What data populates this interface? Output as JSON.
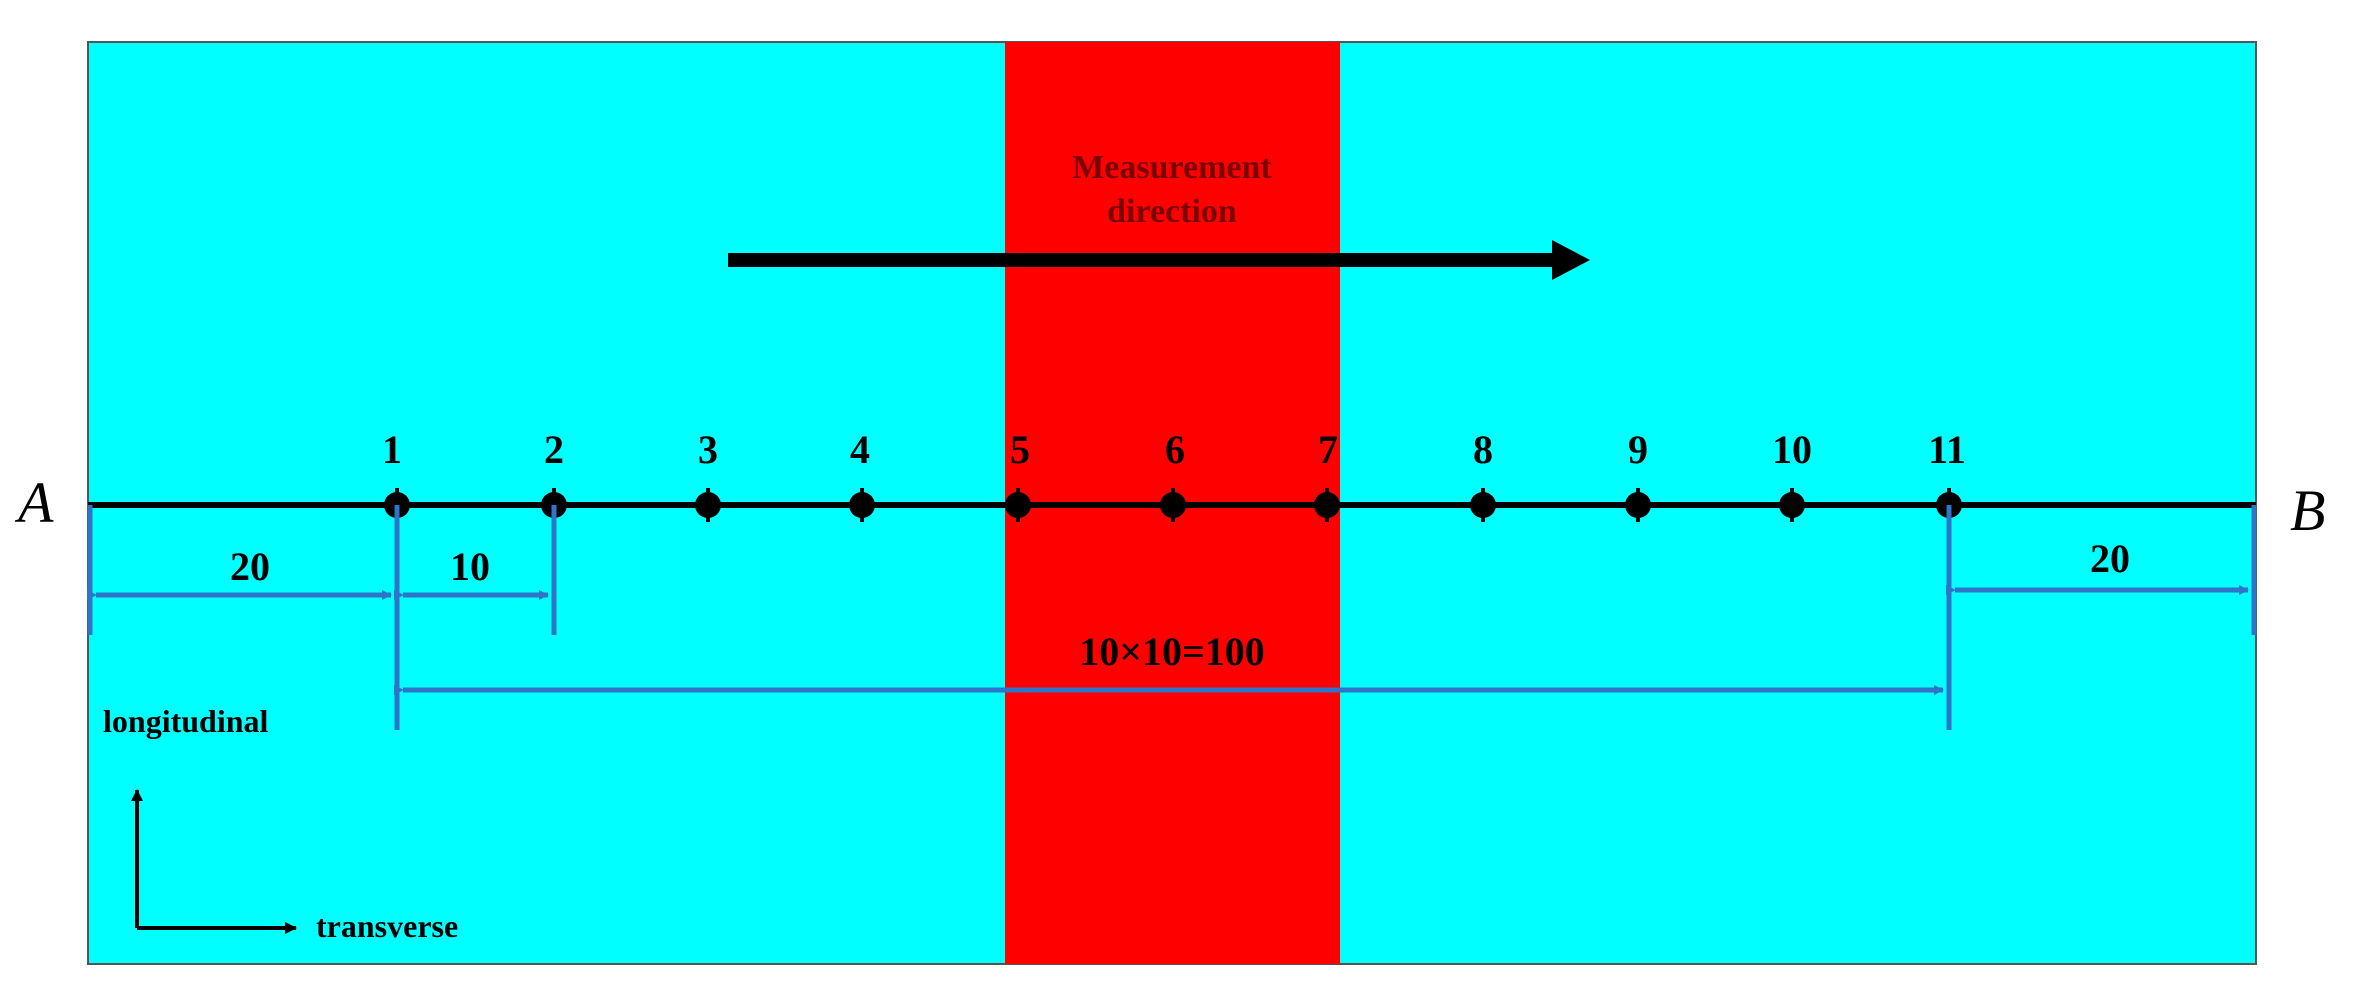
{
  "colors": {
    "background_zone": "#00FFFF",
    "center_zone": "#FF0000",
    "dimension_lines": "#2E74C8",
    "survey_line": "#000000"
  },
  "endpoints": {
    "left": "A",
    "right": "B"
  },
  "measurement_label": {
    "line1": "Measurement",
    "line2": "direction"
  },
  "points": [
    "1",
    "2",
    "3",
    "4",
    "5",
    "6",
    "7",
    "8",
    "9",
    "10",
    "11"
  ],
  "dimensions": {
    "left_offset": "20",
    "first_spacing": "10",
    "total_span": "10×10=100",
    "right_offset": "20"
  },
  "axes": {
    "vertical": "longitudinal",
    "horizontal": "transverse"
  }
}
